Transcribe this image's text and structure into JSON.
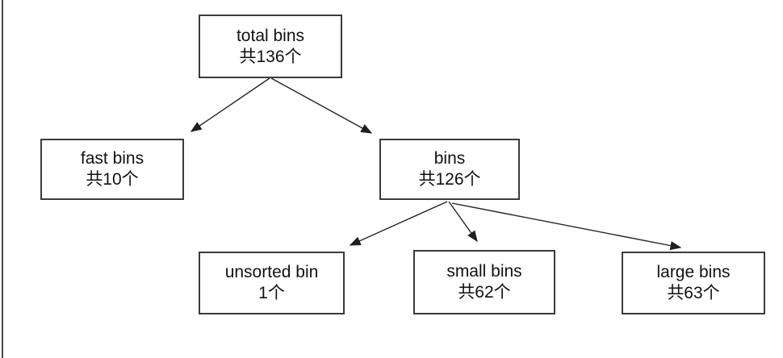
{
  "diagram": {
    "nodes": {
      "total": {
        "label": "total bins",
        "count": "共136个"
      },
      "fast": {
        "label": "fast bins",
        "count": "共10个"
      },
      "bins": {
        "label": "bins",
        "count": "共126个"
      },
      "unsorted": {
        "label": "unsorted bin",
        "count": "1个"
      },
      "small": {
        "label": "small bins",
        "count": "共62个"
      },
      "large": {
        "label": "large bins",
        "count": "共63个"
      }
    },
    "edges": [
      {
        "from": "total",
        "to": "fast"
      },
      {
        "from": "total",
        "to": "bins"
      },
      {
        "from": "bins",
        "to": "unsorted"
      },
      {
        "from": "bins",
        "to": "small"
      },
      {
        "from": "bins",
        "to": "large"
      }
    ],
    "colors": {
      "background": "#ffffff",
      "box_border": "#3b3b3b",
      "text": "#111111",
      "arrow": "#1f1f1f",
      "page_edge_line": "#4a4a4a"
    }
  }
}
